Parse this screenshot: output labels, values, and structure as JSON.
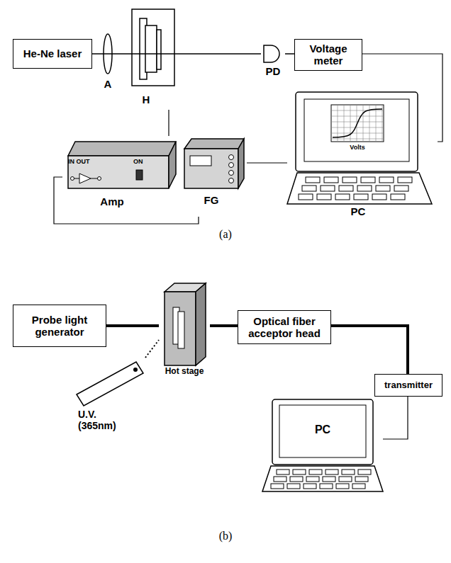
{
  "diagram": {
    "nodes": [
      {
        "text": [
          "He-Ne laser"
        ]
      },
      {
        "text": [
          "A"
        ]
      },
      {
        "text": [
          "H"
        ]
      },
      {
        "text": [
          "PD"
        ]
      },
      {
        "text": [
          "Voltage meter"
        ]
      },
      {
        "text": [
          "IN OUT",
          "ON",
          "Amp"
        ]
      },
      {
        "text": [
          "FG"
        ]
      },
      {
        "text": [
          "Volts",
          "PC"
        ]
      },
      {
        "text": [
          "Probe light generator"
        ]
      },
      {
        "text": [
          "U.V. (365nm)"
        ]
      },
      {
        "text": [
          "Hot stage"
        ]
      },
      {
        "text": [
          "Optical fiber acceptor head"
        ]
      },
      {
        "text": [
          "transmitter"
        ]
      },
      {
        "text": [
          "PC"
        ]
      }
    ],
    "edges": [
      {
        "from": 0,
        "to": 1,
        "arrow": "none"
      },
      {
        "from": 1,
        "to": 2,
        "arrow": "none"
      },
      {
        "from": 2,
        "to": 3,
        "arrow": "none"
      },
      {
        "from": 3,
        "to": 4,
        "arrow": "none"
      },
      {
        "from": 4,
        "to": 7,
        "arrow": "none"
      },
      {
        "from": 6,
        "to": 7,
        "arrow": "none"
      },
      {
        "from": 6,
        "to": 5,
        "arrow": "none"
      },
      {
        "from": 5,
        "to": 2,
        "arrow": "none"
      },
      {
        "from": 8,
        "to": 10,
        "arrow": "none"
      },
      {
        "from": 9,
        "to": 10,
        "arrow": "none"
      },
      {
        "from": 10,
        "to": 11,
        "arrow": "none"
      },
      {
        "from": 11,
        "to": 12,
        "arrow": "none"
      },
      {
        "from": 12,
        "to": 13,
        "arrow": "none"
      }
    ],
    "labels": [
      "(a)",
      "(b)"
    ]
  }
}
